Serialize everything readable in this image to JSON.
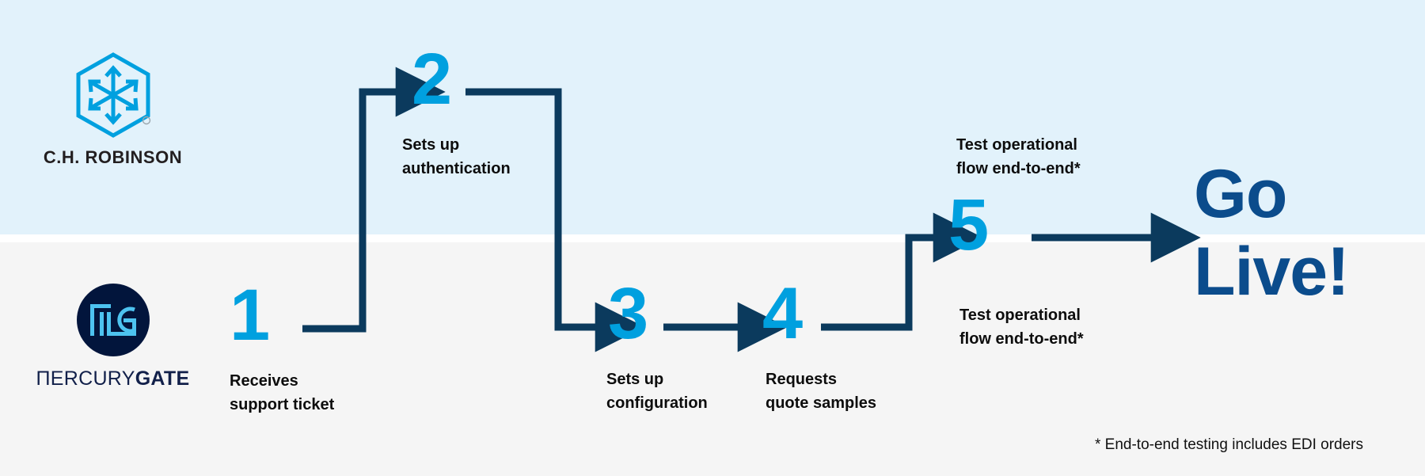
{
  "diagram": {
    "title": "C.H. Robinson and MercuryGate onboarding process flow",
    "colors": {
      "band_top": "#e2f2fb",
      "band_bottom": "#f5f5f5",
      "accent_blue": "#00a0df",
      "navy": "#0b3a5d",
      "deep_navy": "#02153c",
      "golive_blue": "#0b4c8c",
      "text": "#0d0d0d"
    }
  },
  "lanes": {
    "top": {
      "name": "chr-lane",
      "logo": {
        "mark_name": "ch-robinson-cube-icon",
        "wordmark": "C.H. ROBINSON",
        "registered_mark": "®"
      }
    },
    "bottom": {
      "name": "mercurygate-lane",
      "logo": {
        "mark_name": "mercurygate-monogram-icon",
        "monogram": "MG",
        "wordmark_light": "ПERCURY",
        "wordmark_bold": "GATE"
      }
    }
  },
  "steps": [
    {
      "number": "1",
      "lane": "bottom",
      "caption": "Receives\nsupport ticket"
    },
    {
      "number": "2",
      "lane": "top",
      "caption": "Sets up\nauthentication"
    },
    {
      "number": "3",
      "lane": "bottom",
      "caption": "Sets up\nconfiguration"
    },
    {
      "number": "4",
      "lane": "bottom",
      "caption": "Requests\nquote samples"
    },
    {
      "number": "5",
      "lane": "split",
      "caption_top": "Test operational\nflow end-to-end*",
      "caption_bottom": "Test operational\nflow end-to-end*"
    }
  ],
  "outcome": {
    "label": "Go\nLive!"
  },
  "footnote": {
    "text": "* End-to-end testing includes EDI orders"
  }
}
